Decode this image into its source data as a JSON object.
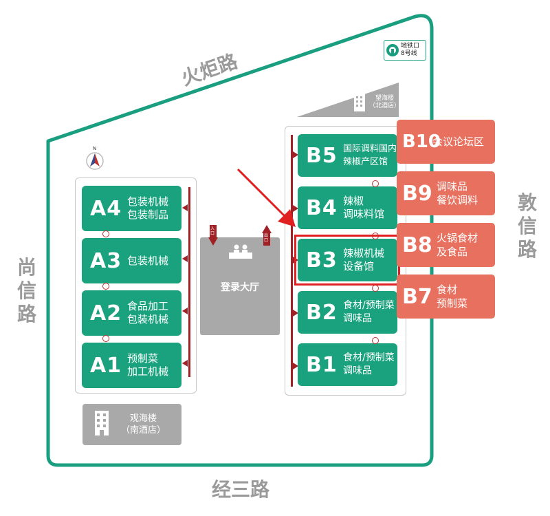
{
  "roads": {
    "north": "火炬路",
    "west": "尚信路",
    "east": "敦信路",
    "south": "经三路"
  },
  "metro": {
    "label_line1": "地铁口",
    "label_line2": "8号线"
  },
  "north_building": {
    "line1": "望海楼",
    "line2": "（北酒店）"
  },
  "south_building": {
    "line1": "观海楼",
    "line2": "（南酒店）"
  },
  "lobby": {
    "label": "登录大厅",
    "counter": "服务台",
    "entrance": "入口",
    "exit": "出口"
  },
  "halls_a": [
    {
      "code": "A4",
      "name": "包装机械\n包装制品"
    },
    {
      "code": "A3",
      "name": "包装机械"
    },
    {
      "code": "A2",
      "name": "食品加工\n包装机械"
    },
    {
      "code": "A1",
      "name": "预制菜\n加工机械"
    }
  ],
  "halls_b": [
    {
      "code": "B5",
      "name": "国际调料国内\n辣椒产区馆"
    },
    {
      "code": "B4",
      "name": "辣椒\n调味料馆"
    },
    {
      "code": "B3",
      "name": "辣椒机械\n设备馆"
    },
    {
      "code": "B2",
      "name": "食材/预制菜\n调味品"
    },
    {
      "code": "B1",
      "name": "食材/预制菜\n调味品"
    }
  ],
  "halls_b_ext": [
    {
      "code": "B10",
      "name": "会议论坛区"
    },
    {
      "code": "B9",
      "name": "调味品\n餐饮调料"
    },
    {
      "code": "B8",
      "name": "火锅食材\n及食品"
    },
    {
      "code": "B7",
      "name": "食材\n预制菜"
    }
  ],
  "compass": "N",
  "colors": {
    "hall_green": "#1aa27e",
    "hall_coral": "#e8705f",
    "border_teal": "#1a9e80",
    "highlight_red": "#e02020",
    "path_red": "#a02025"
  }
}
